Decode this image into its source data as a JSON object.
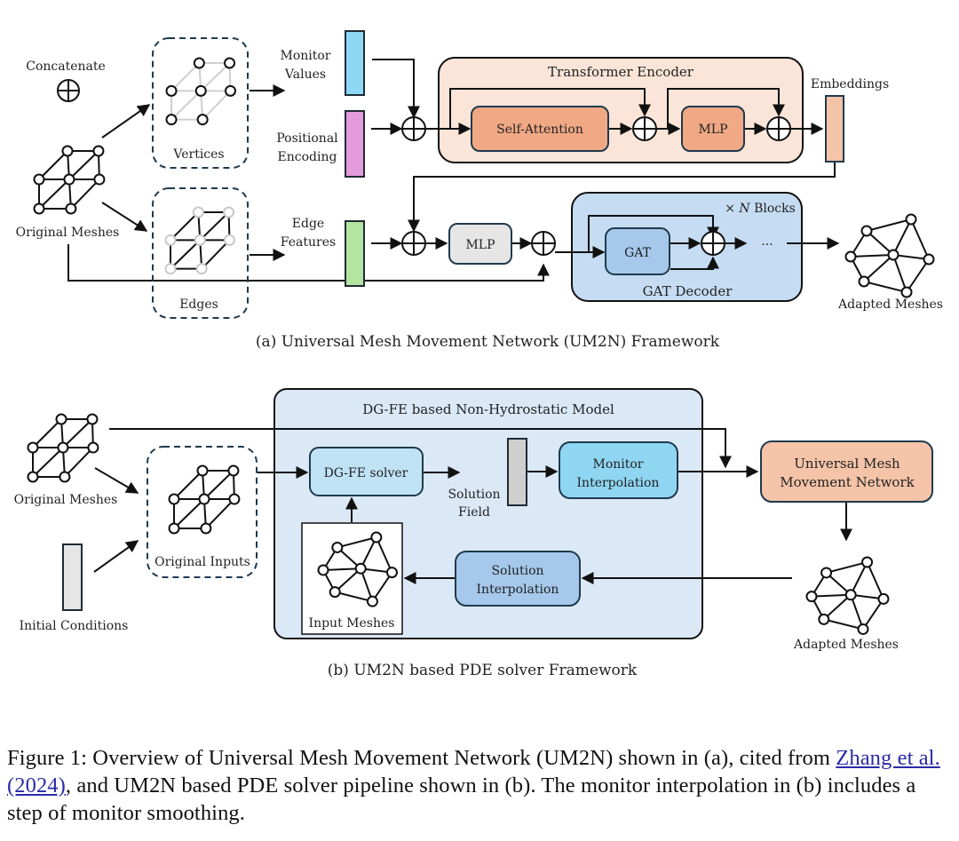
{
  "panel_a": {
    "caption": "(a) Universal Mesh Movement Network (UM2N) Framework",
    "legend": {
      "label": "Concatenate",
      "icon": "concat-plus-icon"
    },
    "original_meshes": "Original Meshes",
    "vertices": "Vertices",
    "edges": "Edges",
    "monitor_values": [
      "Monitor",
      "Values"
    ],
    "positional_encoding": [
      "Positional",
      "Encoding"
    ],
    "edge_features": [
      "Edge",
      "Features"
    ],
    "transformer_encoder": "Transformer Encoder",
    "self_attention": "Self-Attention",
    "mlp_encoder": "MLP",
    "embeddings": "Embeddings",
    "mlp_edge": "MLP",
    "gat_decoder": "GAT Decoder",
    "gat": "GAT",
    "n_blocks": "× N Blocks",
    "ellipsis": "···",
    "adapted_meshes": "Adapted Meshes"
  },
  "panel_b": {
    "caption": "(b) UM2N based PDE solver Framework",
    "model_title": "DG-FE based Non-Hydrostatic Model",
    "original_meshes": "Original Meshes",
    "initial_conditions": "Initial Conditions",
    "original_inputs": "Original Inputs",
    "dgfe_solver": "DG-FE solver",
    "solution_field": [
      "Solution",
      "Field"
    ],
    "monitor_interpolation": [
      "Monitor",
      "Interpolation"
    ],
    "solution_interpolation": [
      "Solution",
      "Interpolation"
    ],
    "input_meshes": "Input Meshes",
    "um2n": [
      "Universal Mesh",
      "Movement Network"
    ],
    "adapted_meshes": "Adapted Meshes"
  },
  "colors": {
    "monitor_values": "#8fd8f5",
    "positional_encoding": "#e39bdb",
    "edge_features": "#b5e3a0",
    "embeddings": "#f5c4a8",
    "transformer_bg": "#fbe5d8",
    "transformer_block": "#f0a885",
    "mlp_gray": "#e6e6e6",
    "gat_decoder_bg": "#c5dcf2",
    "gat_block": "#a5c8eb",
    "model_bg": "#dbe8f6",
    "dgfe_block": "#bfe3f5",
    "monitor_interp": "#8fd6f3",
    "solution_interp": "#a5c8eb",
    "um2n_block": "#f5c4a8",
    "solution_field": "#cfcfcf",
    "initial_conditions": "#e6e6e6",
    "border_dark": "#1f3a4d",
    "link": "#2a2aa8"
  },
  "caption": {
    "prefix": "Figure 1:   Overview of Universal Mesh Movement Network (UM2N) shown in (a), cited from ",
    "citation": "Zhang et al. (2024)",
    "suffix": ", and UM2N based PDE solver pipeline shown in (b). The monitor interpolation in (b) includes a step of monitor smoothing."
  }
}
